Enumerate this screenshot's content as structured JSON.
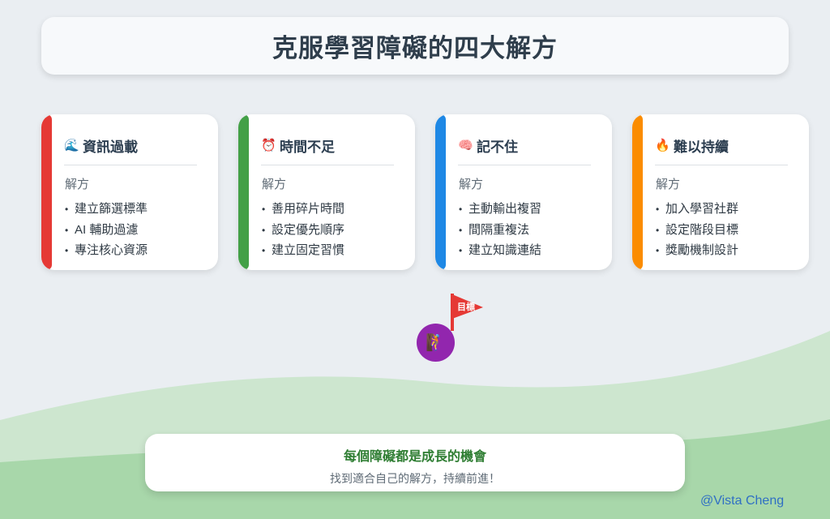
{
  "title": "克服學習障礙的四大解方",
  "cards": [
    {
      "icon": "🌊",
      "icon_name": "wave-icon",
      "title": "資訊過載",
      "accent": "#e53935",
      "subtitle": "解方",
      "items": [
        "建立篩選標準",
        "AI 輔助過濾",
        "專注核心資源"
      ]
    },
    {
      "icon": "⏰",
      "icon_name": "alarm-clock-icon",
      "title": "時間不足",
      "accent": "#43a047",
      "subtitle": "解方",
      "items": [
        "善用碎片時間",
        "設定優先順序",
        "建立固定習慣"
      ]
    },
    {
      "icon": "🧠",
      "icon_name": "brain-icon",
      "title": "記不住",
      "accent": "#1e88e5",
      "subtitle": "解方",
      "items": [
        "主動輸出複習",
        "間隔重複法",
        "建立知識連結"
      ]
    },
    {
      "icon": "🔥",
      "icon_name": "fire-icon",
      "title": "難以持續",
      "accent": "#fb8c00",
      "subtitle": "解方",
      "items": [
        "加入學習社群",
        "設定階段目標",
        "獎勵機制設計"
      ]
    }
  ],
  "goal": {
    "flag_label": "目標",
    "climber_icon": "🧗",
    "flag_color": "#e53935",
    "climber_bg": "#9226ae"
  },
  "footer": {
    "main": "每個障礙都是成長的機會",
    "sub": "找到適合自己的解方，持續前進！"
  },
  "credit": "@Vista Cheng",
  "colors": {
    "background": "#eaeef2",
    "wave_light": "#cde6cf",
    "wave_dark": "#a8d7aa",
    "footer_green": "#2e7d32",
    "credit_blue": "#2f6fc4"
  }
}
